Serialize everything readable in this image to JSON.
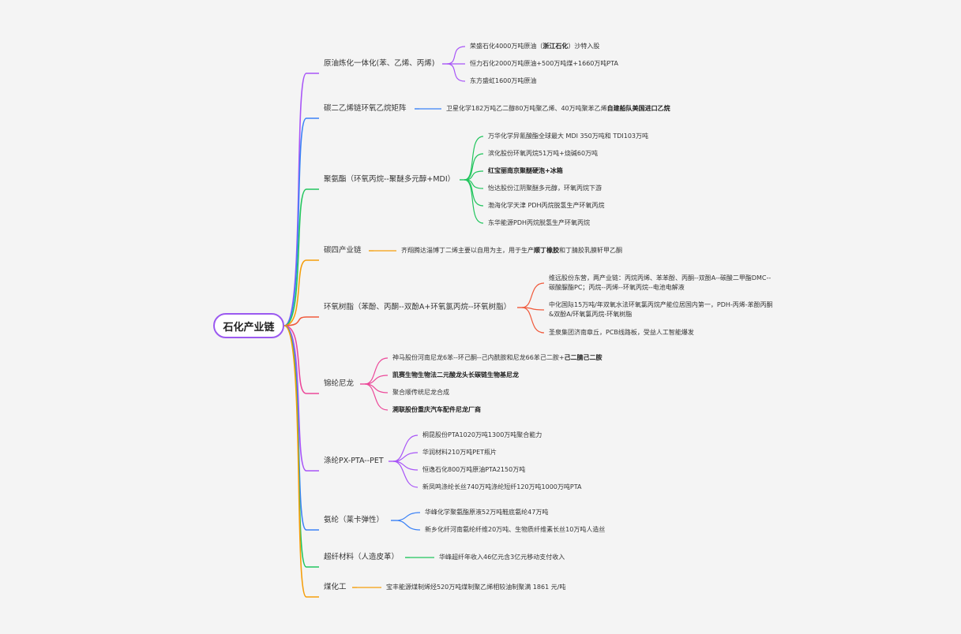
{
  "root": {
    "label": "石化产业链",
    "color": "#9b59f0"
  },
  "branches": [
    {
      "label": "原油炼化一体化(苯、乙烯、丙烯)",
      "color": "#a855f7",
      "leaves": [
        {
          "text": "荣盛石化4000万吨原油（",
          "bold_mid": "浙江石化",
          "text_after": "）沙特入股"
        },
        {
          "text": "恒力石化2000万吨原油+500万吨煤+1660万吨PTA"
        },
        {
          "text": "东方盛虹1600万吨原油"
        }
      ]
    },
    {
      "label": "碳二乙烯链环氧乙烷矩阵",
      "color": "#3b82f6",
      "leaves": [
        {
          "text": "卫星化学182万吨乙二醇80万吨聚乙烯、40万吨聚苯乙烯",
          "bold_mid": "自建船队美国进口乙烷"
        }
      ]
    },
    {
      "label": "聚氨酯（环氧丙烷--聚醚多元醇+MDI）",
      "color": "#22c55e",
      "leaves": [
        {
          "text": "万华化学异氰酸酯全球最大 MDI 350万吨和 TDI103万吨"
        },
        {
          "text": "滨化股份环氧丙烷51万吨+烧碱60万吨"
        },
        {
          "text": "红宝丽南京聚醚硬泡+冰箱",
          "bold": true
        },
        {
          "text": "怡达股份江阴聚醚多元醇，环氧丙烷下游"
        },
        {
          "text": "渤海化学天津 PDH丙烷脱氢生产环氧丙烷"
        },
        {
          "text": "东华能源PDH丙烷脱氢生产环氧丙烷"
        }
      ]
    },
    {
      "label": "碳四产业链",
      "color": "#f59e0b",
      "leaves": [
        {
          "text": "齐翔腾达淄博丁二烯主要以自用为主，用于生产",
          "bold_mid": "顺丁橡胶",
          "text_after": "和丁腈胶乳膜轩甲乙酮"
        }
      ]
    },
    {
      "label": "环氧树脂（苯酚、丙酮--双酚A+环氧氯丙烷--环氧树脂）",
      "color": "#f05a3c",
      "leaves": [
        {
          "text": "维远股份东营，两产业链：丙烷丙烯、苯苯酚、丙酮--双酚A--碳酸二甲酯DMC--",
          "text2": "碳酸脲酯PC；丙烷--丙烯--环氧丙烷--电池电解液"
        },
        {
          "text": "中化国际15万吨/年双氧水法环氧氯丙烷产能位居国内第一，PDH-丙烯-苯酚丙酮",
          "text2": "&双酚A/环氧氯丙烷-环氧树脂"
        },
        {
          "text": "圣泉集团济南章丘，PCB线路板，受益人工智能爆发"
        }
      ]
    },
    {
      "label": "锦纶尼龙",
      "color": "#ec4899",
      "leaves": [
        {
          "text": "神马股份河南尼龙6苯--环己酮--己内酰胺和尼龙66苯己二胺+",
          "bold_mid": "己二腈己二胺"
        },
        {
          "text": "凯赛生物生物法二元酸龙头长碳链生物基尼龙",
          "bold": true
        },
        {
          "text": "聚合顺传统尼龙合成"
        },
        {
          "text": "溯联股份重庆汽车配件尼龙厂商",
          "bold": true
        }
      ]
    },
    {
      "label": "涤纶PX-PTA--PET",
      "color": "#a855f7",
      "leaves": [
        {
          "text": "桐昆股份PTA1020万吨1300万吨聚合能力"
        },
        {
          "text": "华润材料210万吨PET瓶片"
        },
        {
          "text": "恒逸石化800万吨原油PTA2150万吨"
        },
        {
          "text": "新凤鸣涤纶长丝740万吨涤纶短纤120万吨1000万吨PTA"
        }
      ]
    },
    {
      "label": "氨纶（莱卡弹性）",
      "color": "#3b82f6",
      "leaves": [
        {
          "text": "华峰化学聚氨酯原液52万吨鞋底氨纶47万吨"
        },
        {
          "text": "新乡化纤河南氨纶纤维20万吨、生物质纤维素长丝10万吨人造丝"
        }
      ]
    },
    {
      "label": "超纤材料（人造皮革）",
      "color": "#22c55e",
      "leaves": [
        {
          "text": "华峰超纤年收入46亿元含3亿元移动支付收入"
        }
      ]
    },
    {
      "label": "煤化工",
      "color": "#f59e0b",
      "leaves": [
        {
          "text": "宝丰能源煤制烯烃520万吨煤制聚乙烯相较油制聚满 1861 元/吨"
        }
      ]
    }
  ]
}
